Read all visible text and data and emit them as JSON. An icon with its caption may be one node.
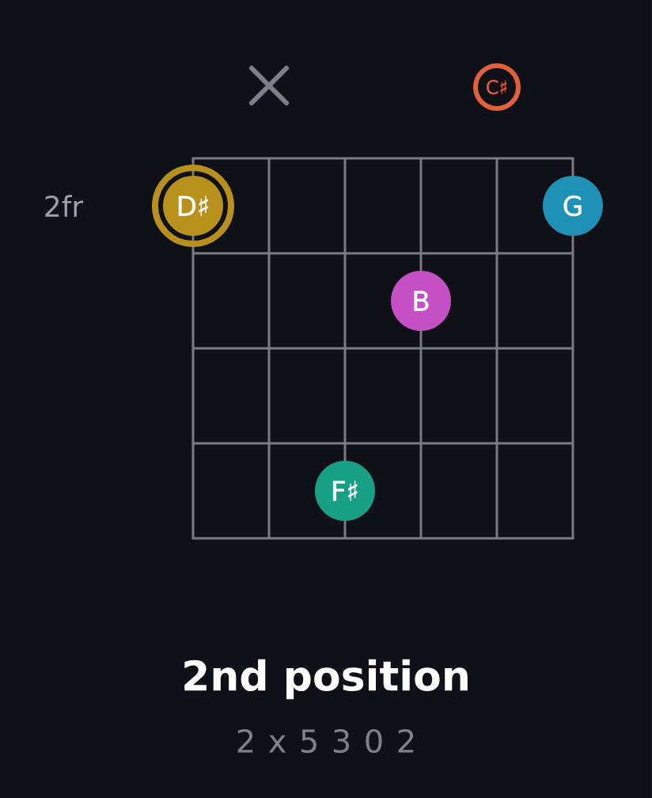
{
  "diagram": {
    "title": "2nd position",
    "caption": "2 x 5 3 0 2",
    "nodes": [
      {
        "text": [
          "C♯"
        ]
      },
      {
        "text": [
          "D♯"
        ]
      },
      {
        "text": [
          "G"
        ]
      },
      {
        "text": [
          "B"
        ]
      },
      {
        "text": [
          "F♯"
        ]
      }
    ],
    "labels": [
      "2fr"
    ]
  }
}
